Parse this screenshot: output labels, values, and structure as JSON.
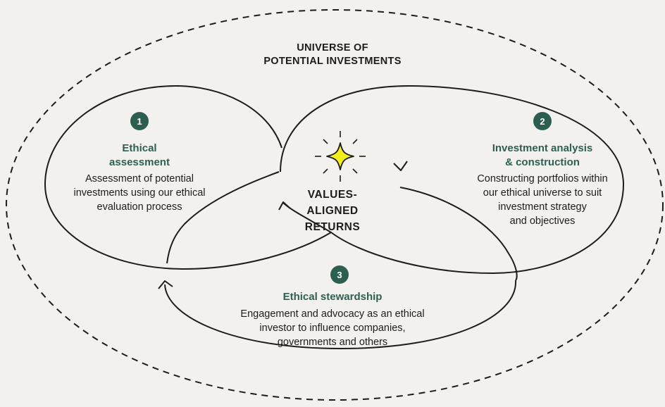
{
  "universe": {
    "line1": "UNIVERSE OF",
    "line2": "POTENTIAL INVESTMENTS"
  },
  "center": {
    "line1": "VALUES-",
    "line2": "ALIGNED",
    "line3": "RETURNS"
  },
  "steps": [
    {
      "number": "1",
      "title_line1": "Ethical",
      "title_line2": "assessment",
      "desc_line1": "Assessment of potential",
      "desc_line2": "investments using our ethical",
      "desc_line3": "evaluation process"
    },
    {
      "number": "2",
      "title_line1": "Investment analysis",
      "title_line2": "& construction",
      "desc_line1": "Constructing portfolios within",
      "desc_line2": "our ethical universe to suit",
      "desc_line3": "investment strategy",
      "desc_line4": "and objectives"
    },
    {
      "number": "3",
      "title_line1": "Ethical stewardship",
      "desc_line1": "Engagement and advocacy as an ethical",
      "desc_line2": "investor to influence companies,",
      "desc_line3": "governments and others"
    }
  ],
  "colors": {
    "badge": "#2d5f51",
    "heading": "#2e5f52",
    "star": "#f2ef1c",
    "background": "#f3f1ee"
  }
}
